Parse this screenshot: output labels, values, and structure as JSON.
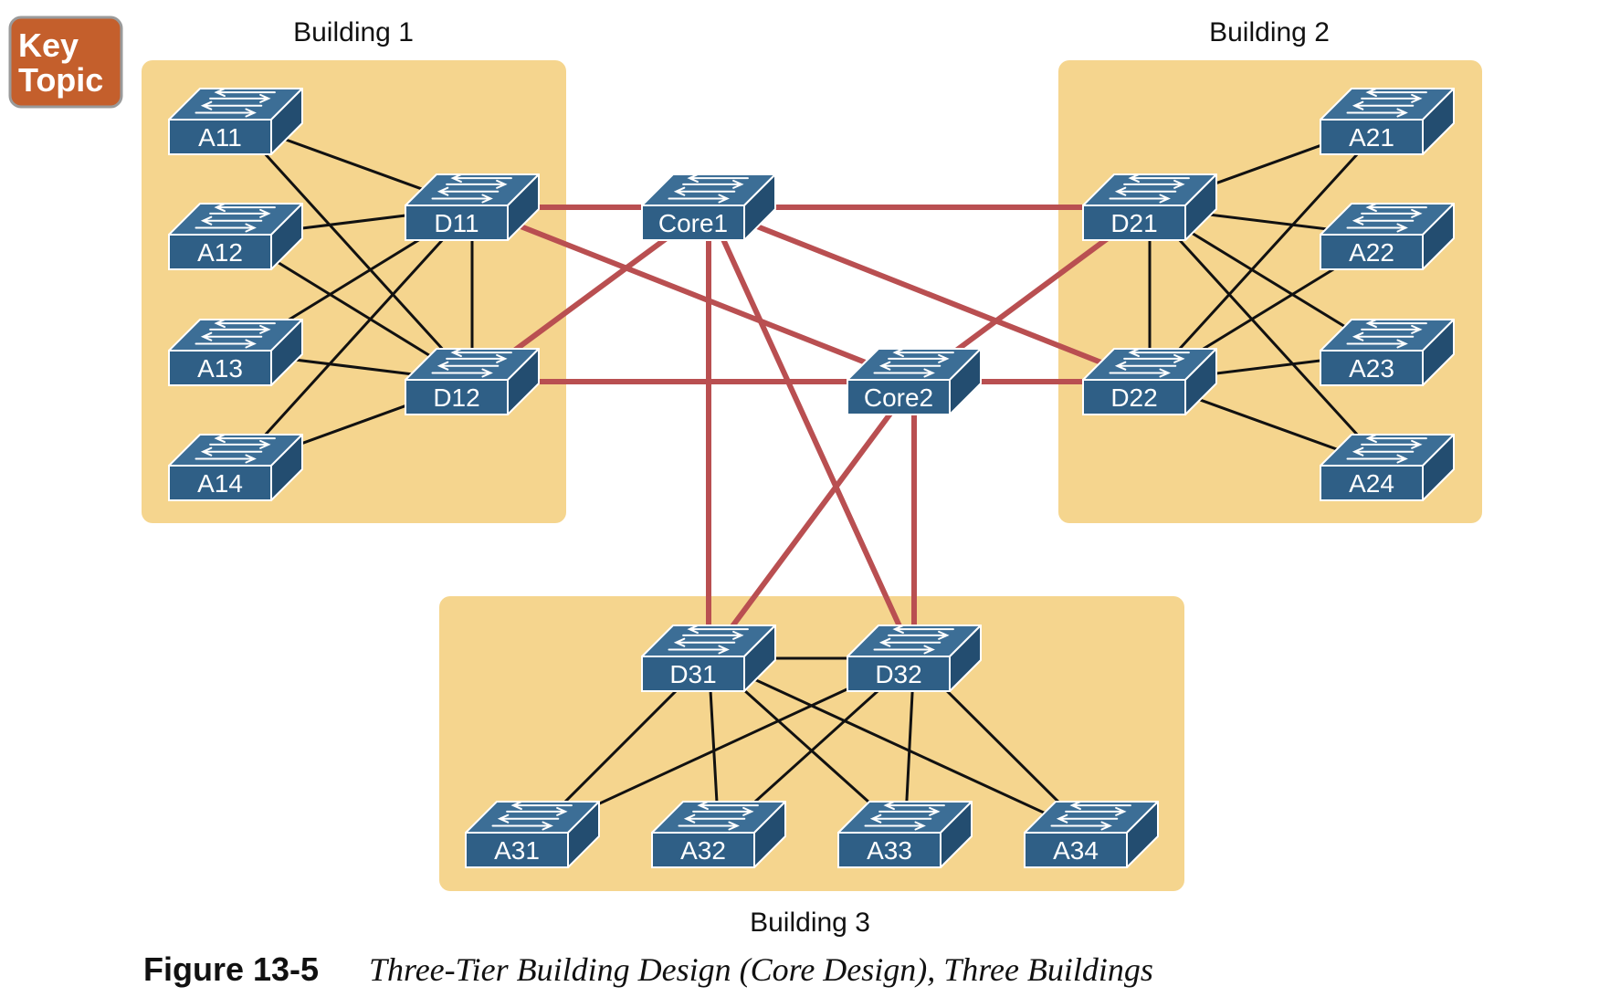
{
  "badge": {
    "line1": "Key",
    "line2": "Topic",
    "color": "#c45f2c"
  },
  "colors": {
    "building_fill": "#f5d58e",
    "switch_front": "#2f5f86",
    "switch_top": "#3c6e96",
    "switch_side": "#234d70",
    "core_link": "#b94f51",
    "access_link": "#111111"
  },
  "icon": "switch-icon",
  "buildings": [
    {
      "id": "b1",
      "title": "Building 1"
    },
    {
      "id": "b2",
      "title": "Building 2"
    },
    {
      "id": "b3",
      "title": "Building 3"
    }
  ],
  "switches": {
    "A11": "A11",
    "A12": "A12",
    "A13": "A13",
    "A14": "A14",
    "D11": "D11",
    "D12": "D12",
    "Core1": "Core1",
    "Core2": "Core2",
    "D21": "D21",
    "D22": "D22",
    "A21": "A21",
    "A22": "A22",
    "A23": "A23",
    "A24": "A24",
    "D31": "D31",
    "D32": "D32",
    "A31": "A31",
    "A32": "A32",
    "A33": "A33",
    "A34": "A34"
  },
  "core_links": [
    [
      "Core1",
      "D11"
    ],
    [
      "Core1",
      "D12"
    ],
    [
      "Core1",
      "D21"
    ],
    [
      "Core1",
      "D22"
    ],
    [
      "Core1",
      "D31"
    ],
    [
      "Core1",
      "D32"
    ],
    [
      "Core2",
      "D11"
    ],
    [
      "Core2",
      "D12"
    ],
    [
      "Core2",
      "D21"
    ],
    [
      "Core2",
      "D22"
    ],
    [
      "Core2",
      "D31"
    ],
    [
      "Core2",
      "D32"
    ]
  ],
  "access_links": [
    [
      "A11",
      "D11"
    ],
    [
      "A11",
      "D12"
    ],
    [
      "A12",
      "D11"
    ],
    [
      "A12",
      "D12"
    ],
    [
      "A13",
      "D11"
    ],
    [
      "A13",
      "D12"
    ],
    [
      "A14",
      "D11"
    ],
    [
      "A14",
      "D12"
    ],
    [
      "D11",
      "D12"
    ],
    [
      "A21",
      "D21"
    ],
    [
      "A21",
      "D22"
    ],
    [
      "A22",
      "D21"
    ],
    [
      "A22",
      "D22"
    ],
    [
      "A23",
      "D21"
    ],
    [
      "A23",
      "D22"
    ],
    [
      "A24",
      "D21"
    ],
    [
      "A24",
      "D22"
    ],
    [
      "D21",
      "D22"
    ],
    [
      "A31",
      "D31"
    ],
    [
      "A31",
      "D32"
    ],
    [
      "A32",
      "D31"
    ],
    [
      "A32",
      "D32"
    ],
    [
      "A33",
      "D31"
    ],
    [
      "A33",
      "D32"
    ],
    [
      "A34",
      "D31"
    ],
    [
      "A34",
      "D32"
    ],
    [
      "D31",
      "D32"
    ]
  ],
  "caption": {
    "number": "Figure 13-5",
    "title": "Three-Tier Building Design (Core Design), Three Buildings"
  }
}
